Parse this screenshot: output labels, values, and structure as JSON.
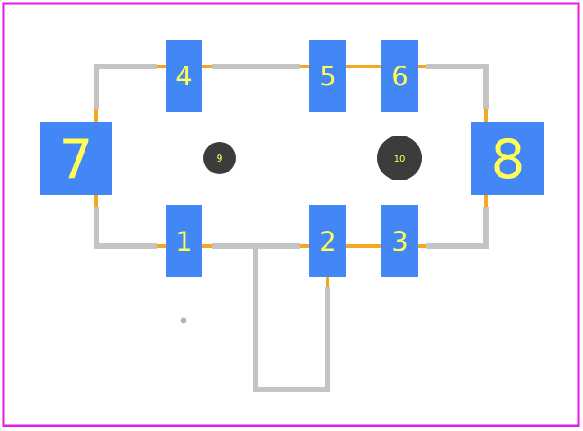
{
  "colors": {
    "outline": "#e619e6",
    "pad": "#4287f5",
    "pad_label": "#ffff55",
    "silk": "#c4c4c4",
    "trace": "#f5a623",
    "hole": "#3c3c3c",
    "background": "#ffffff"
  },
  "pads": [
    {
      "label": "1"
    },
    {
      "label": "2"
    },
    {
      "label": "3"
    },
    {
      "label": "4"
    },
    {
      "label": "5"
    },
    {
      "label": "6"
    },
    {
      "label": "7"
    },
    {
      "label": "8"
    }
  ],
  "holes": [
    {
      "label": "9"
    },
    {
      "label": "10"
    }
  ]
}
